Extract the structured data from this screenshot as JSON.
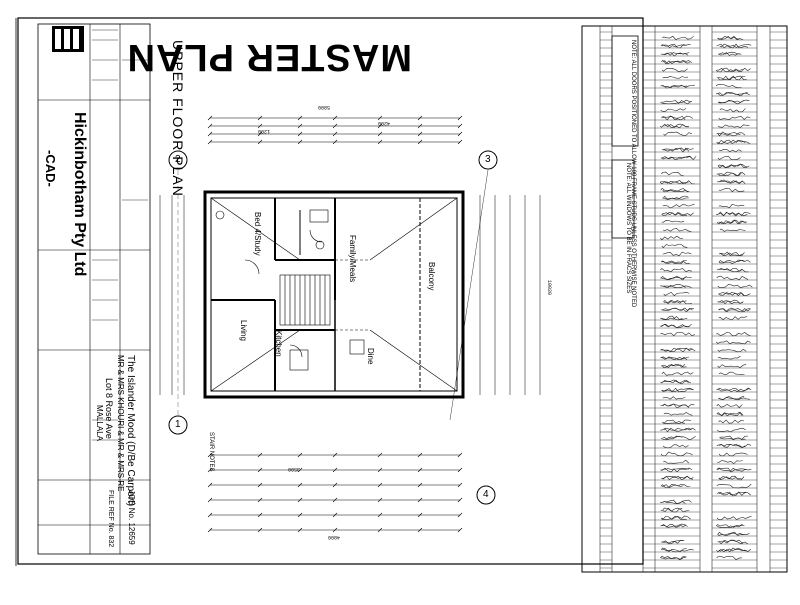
{
  "title": "MASTER PLAN",
  "subtitle": "UPPER FLOOR PLAN",
  "company": {
    "name": "Hickinbotham Pty Ltd",
    "mode": "-CAD-"
  },
  "project": {
    "name": "The Islander Mood (D/Be Carport)",
    "client": "MR & MRS KHOURI & MR & MRS RE",
    "location": "Lot 8 Rose Ave",
    "suburb": "MALLALA",
    "file_ref": "FILE REF No. 832",
    "job_no": "JOB No. 12659"
  },
  "notes": {
    "note1": "NOTE: ALL WINDOWS TO BE IN FRACS SIZES",
    "note2": "NOTE: ALL DOORS POSITIONED TO ALLOW 100 FRAME STUDS UNLESS OTHERWISE NOTED"
  },
  "rooms": {
    "bed": "Bed 4/Study",
    "family": "Family/Meals",
    "balcony": "Balcony",
    "dine": "Dine",
    "living": "Living",
    "kitchen": "Kitchen"
  },
  "labels": {
    "stair": "STAIR NOTES",
    "section3": "3",
    "section2": "2",
    "section1": "1",
    "section4": "4"
  },
  "dims": {
    "top1": "5800",
    "top2": "4200",
    "top3": "1200",
    "bottom1": "3500",
    "bottom2": "4800",
    "side": "10020"
  }
}
